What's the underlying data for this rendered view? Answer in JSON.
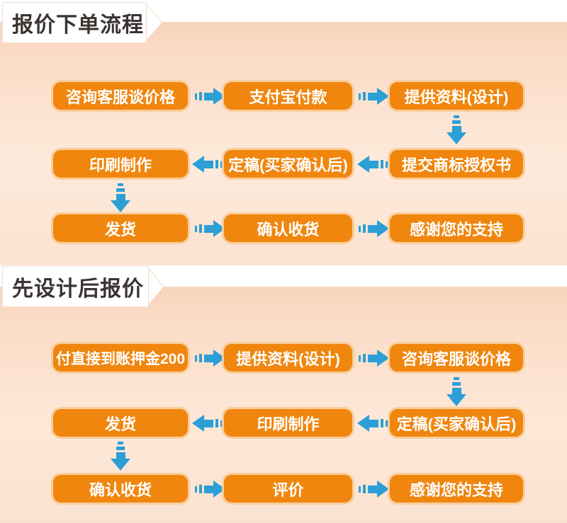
{
  "colors": {
    "box_fill": "#F0860E",
    "box_border": "#F9CE9C",
    "arrow_blue": "#2B9FD6",
    "title_text": "#3A3432",
    "banner_bg": "#FFFFFF",
    "bg_peach_dark": "#F7CFB4",
    "bg_peach_light": "#FDEADB",
    "step_text": "#FFFFFF"
  },
  "sections": [
    {
      "title": "报价下单流程",
      "rows": [
        {
          "direction": "right",
          "steps": [
            "咨询客服谈价格",
            "支付宝付款",
            "提供资料(设计)"
          ]
        },
        {
          "direction": "left",
          "steps": [
            "印刷制作",
            "定稿(买家确认后)",
            "提交商标授权书"
          ]
        },
        {
          "direction": "right",
          "steps": [
            "发货",
            "确认收货",
            "感谢您的支持"
          ]
        }
      ],
      "down_arrows": [
        {
          "from": "提供资料(设计)",
          "to": "提交商标授权书"
        },
        {
          "from": "印刷制作",
          "to": "发货"
        }
      ]
    },
    {
      "title": "先设计后报价",
      "rows": [
        {
          "direction": "right",
          "steps": [
            "付直接到账押金200",
            "提供资料(设计)",
            "咨询客服谈价格"
          ]
        },
        {
          "direction": "left",
          "steps": [
            "发货",
            "印刷制作",
            "定稿(买家确认后)"
          ]
        },
        {
          "direction": "right",
          "steps": [
            "确认收货",
            "评价",
            "感谢您的支持"
          ]
        }
      ],
      "down_arrows": [
        {
          "from": "咨询客服谈价格",
          "to": "定稿(买家确认后)"
        },
        {
          "from": "发货",
          "to": "确认收货"
        }
      ]
    }
  ]
}
